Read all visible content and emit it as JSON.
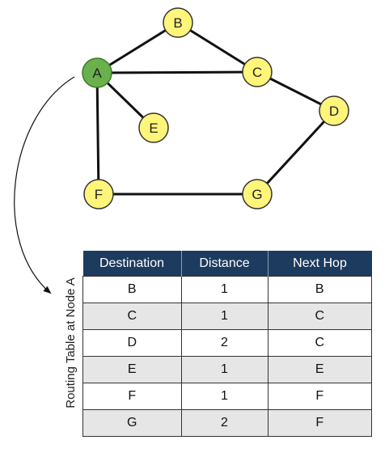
{
  "graph": {
    "nodes": [
      {
        "id": "A",
        "label": "A",
        "color": "#6ab04c",
        "stroke": "#3d7a26"
      },
      {
        "id": "B",
        "label": "B",
        "color": "#fff57a",
        "stroke": "#333333"
      },
      {
        "id": "C",
        "label": "C",
        "color": "#fff57a",
        "stroke": "#333333"
      },
      {
        "id": "D",
        "label": "D",
        "color": "#fff57a",
        "stroke": "#333333"
      },
      {
        "id": "E",
        "label": "E",
        "color": "#fff57a",
        "stroke": "#333333"
      },
      {
        "id": "F",
        "label": "F",
        "color": "#fff57a",
        "stroke": "#333333"
      },
      {
        "id": "G",
        "label": "G",
        "color": "#fff57a",
        "stroke": "#333333"
      }
    ],
    "edges": [
      [
        "A",
        "B"
      ],
      [
        "A",
        "C"
      ],
      [
        "B",
        "C"
      ],
      [
        "A",
        "E"
      ],
      [
        "A",
        "F"
      ],
      [
        "C",
        "D"
      ],
      [
        "D",
        "G"
      ],
      [
        "F",
        "G"
      ]
    ]
  },
  "table": {
    "side_label": "Routing Table at Node A",
    "headers": [
      "Destination",
      "Distance",
      "Next Hop"
    ],
    "header_color": "#1d3b5e",
    "rows": [
      [
        "B",
        "1",
        "B"
      ],
      [
        "C",
        "1",
        "C"
      ],
      [
        "D",
        "2",
        "C"
      ],
      [
        "E",
        "1",
        "E"
      ],
      [
        "F",
        "1",
        "F"
      ],
      [
        "G",
        "2",
        "F"
      ]
    ]
  }
}
